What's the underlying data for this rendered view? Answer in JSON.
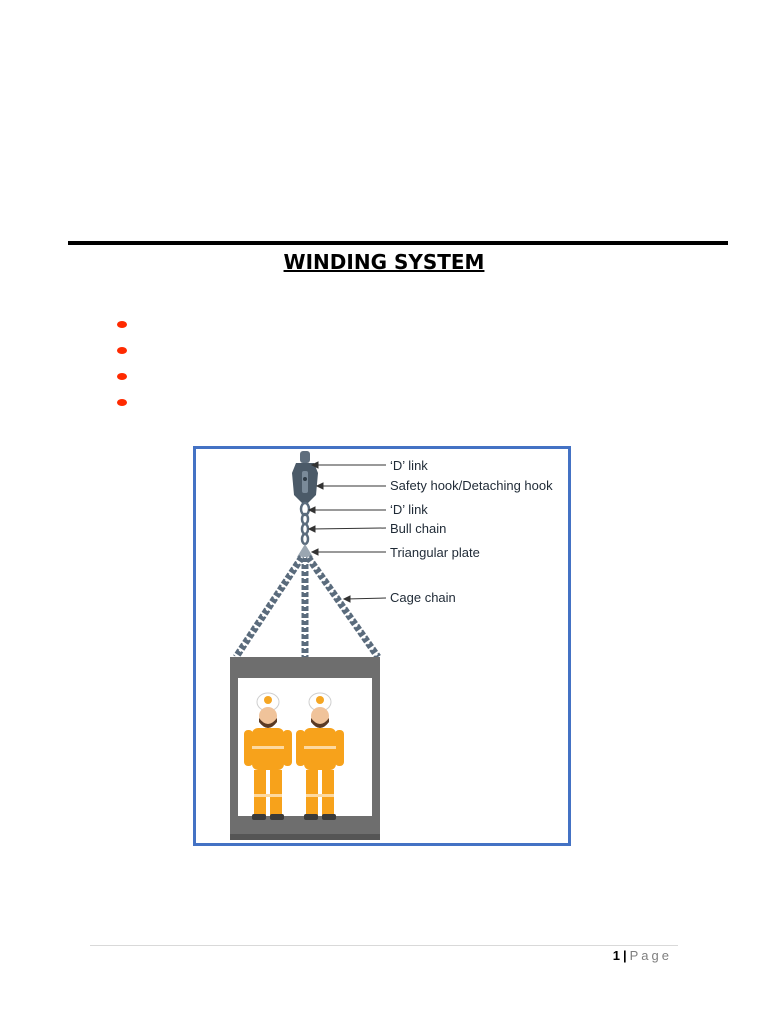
{
  "document": {
    "title": "WINDING SYSTEM",
    "bullets": [
      "",
      "",
      "",
      ""
    ],
    "bullet_color": "#ff2a00"
  },
  "figure": {
    "frame_color": "#4472c4",
    "labels": {
      "d_link_top": "‘D’ link",
      "safety_hook": "Safety hook/Detaching hook",
      "d_link_bottom": "‘D’ link",
      "bull_chain": "Bull chain",
      "triangular_plate": "Triangular plate",
      "cage_chain": "Cage chain"
    }
  },
  "footer": {
    "page_number": "1",
    "separator": "|",
    "page_word": "Page"
  }
}
